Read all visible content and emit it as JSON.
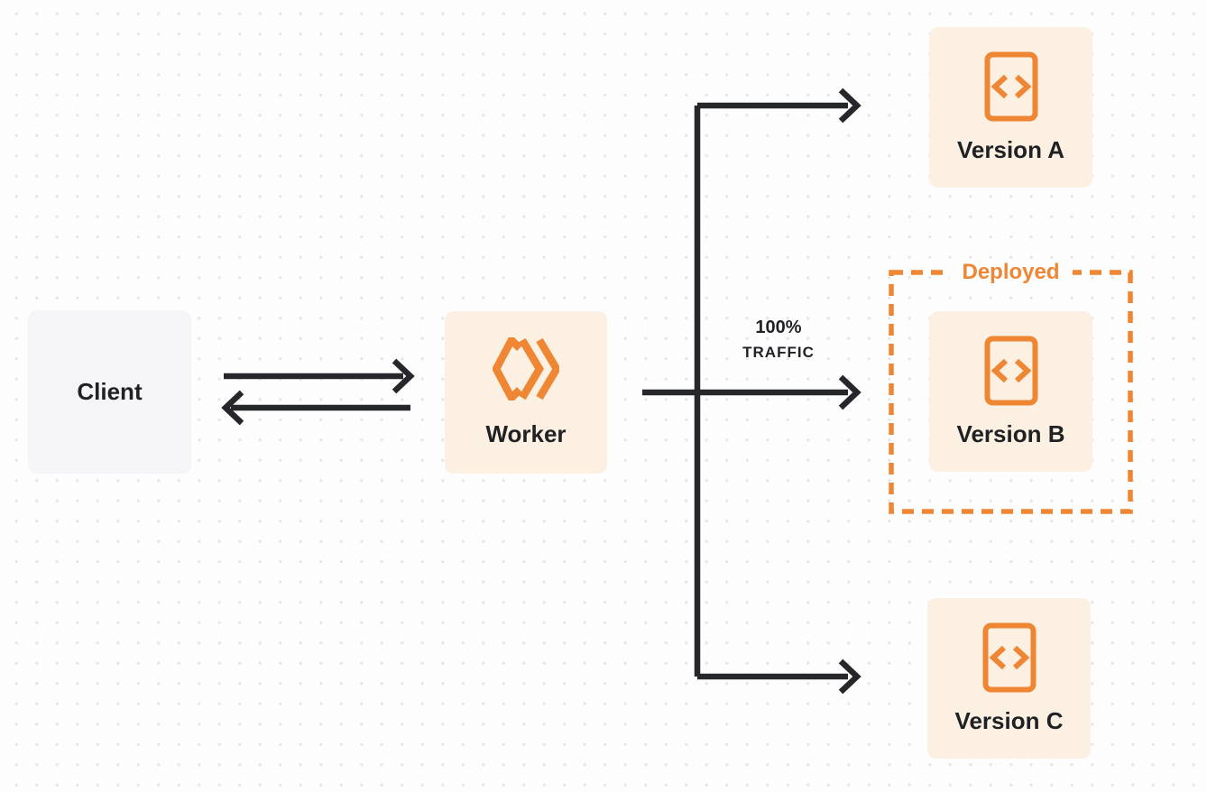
{
  "client": {
    "label": "Client"
  },
  "worker": {
    "label": "Worker",
    "icon": "cloudflare-worker-logo-icon"
  },
  "traffic": {
    "line1": "100%",
    "line2": "TRAFFIC"
  },
  "deployed": {
    "label": "Deployed"
  },
  "versions": [
    {
      "label": "Version A",
      "icon": "code-file-icon",
      "deployed": false
    },
    {
      "label": "Version B",
      "icon": "code-file-icon",
      "deployed": true
    },
    {
      "label": "Version C",
      "icon": "code-file-icon",
      "deployed": false
    }
  ],
  "colors": {
    "accent_orange": "#ee8633",
    "node_cream": "#fbf0e2",
    "client_gray": "#f5f5f7",
    "arrow_dark": "#26272a",
    "text_dark": "#1f2124",
    "background": "#fdfdfe",
    "dot_grid": "#e7e7ea"
  }
}
